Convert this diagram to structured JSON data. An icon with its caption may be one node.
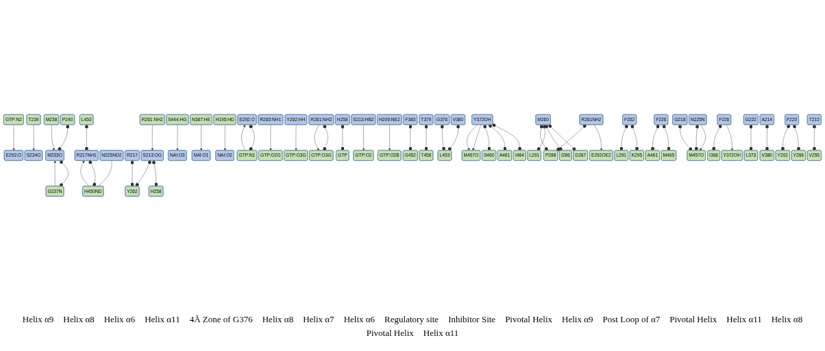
{
  "diagram": {
    "nodes": [
      {
        "text": [
          "E292:O"
        ]
      },
      {
        "text": [
          "E292:O"
        ]
      },
      {
        "text": [
          "R265:NH1"
        ]
      },
      {
        "text": [
          "Y262:HH"
        ]
      },
      {
        "text": [
          "R261:NH2"
        ]
      },
      {
        "text": [
          "H258"
        ]
      },
      {
        "text": [
          "S213:HB2"
        ]
      },
      {
        "text": [
          "H209:NE2"
        ]
      },
      {
        "text": [
          "F383"
        ]
      },
      {
        "text": [
          "V380"
        ]
      },
      {
        "text": [
          "T379"
        ]
      },
      {
        "text": [
          "G376"
        ]
      },
      {
        "text": [
          "Y372OH"
        ]
      },
      {
        "text": [
          "R261NH2"
        ]
      },
      {
        "text": [
          "M260"
        ]
      },
      {
        "text": [
          "F252"
        ]
      },
      {
        "text": [
          "S234O"
        ]
      },
      {
        "text": [
          "M233O"
        ]
      },
      {
        "text": [
          "F226"
        ]
      },
      {
        "text": [
          "N225N"
        ]
      },
      {
        "text": [
          "G218"
        ]
      },
      {
        "text": [
          "R217NH1"
        ]
      },
      {
        "text": [
          "F226"
        ]
      },
      {
        "text": [
          "N225ND2"
        ]
      },
      {
        "text": [
          "G222"
        ]
      },
      {
        "text": [
          "A214"
        ]
      },
      {
        "text": [
          "F220"
        ]
      },
      {
        "text": [
          "T215"
        ]
      },
      {
        "text": [
          "R217"
        ]
      },
      {
        "text": [
          "S213:OG"
        ]
      },
      {
        "text": [
          "NAI:O3"
        ]
      },
      {
        "text": [
          "NAI:O1"
        ]
      },
      {
        "text": [
          "NAI:O2"
        ]
      },
      {
        "text": [
          "GTP:N2"
        ]
      },
      {
        "text": [
          "GTP:N1"
        ]
      },
      {
        "text": [
          "GTP:O2G"
        ]
      },
      {
        "text": [
          "GTP:O3G"
        ]
      },
      {
        "text": [
          "GTP:O3G"
        ]
      },
      {
        "text": [
          "GTP"
        ]
      },
      {
        "text": [
          "GTP:O2"
        ]
      },
      {
        "text": [
          "GTP:O2B"
        ]
      },
      {
        "text": [
          "G452"
        ]
      },
      {
        "text": [
          "T456"
        ]
      },
      {
        "text": [
          "L453"
        ]
      },
      {
        "text": [
          "I464"
        ]
      },
      {
        "text": [
          "A461"
        ]
      },
      {
        "text": [
          "S460"
        ]
      },
      {
        "text": [
          "M457O"
        ]
      },
      {
        "text": [
          "E292OE2"
        ]
      },
      {
        "text": [
          "D287"
        ]
      },
      {
        "text": [
          "I286"
        ]
      },
      {
        "text": [
          "L291"
        ]
      },
      {
        "text": [
          "P288"
        ]
      },
      {
        "text": [
          "K295"
        ]
      },
      {
        "text": [
          "L291"
        ]
      },
      {
        "text": [
          "P240"
        ]
      },
      {
        "text": [
          "T239"
        ]
      },
      {
        "text": [
          "M238"
        ]
      },
      {
        "text": [
          "G237N"
        ]
      },
      {
        "text": [
          "M465"
        ]
      },
      {
        "text": [
          "A461"
        ]
      },
      {
        "text": [
          "M457O"
        ]
      },
      {
        "text": [
          "L453"
        ]
      },
      {
        "text": [
          "H450ND"
        ]
      },
      {
        "text": [
          "Y372OH"
        ]
      },
      {
        "text": [
          "I368"
        ]
      },
      {
        "text": [
          "L373"
        ]
      },
      {
        "text": [
          "V380"
        ]
      },
      {
        "text": [
          "Y266"
        ]
      },
      {
        "text": [
          "Y202"
        ]
      },
      {
        "text": [
          "V255"
        ]
      },
      {
        "text": [
          "H258"
        ]
      },
      {
        "text": [
          "Y262"
        ]
      },
      {
        "text": [
          "R261:NH2"
        ]
      },
      {
        "text": [
          "S444:HG"
        ]
      },
      {
        "text": [
          "N387:HE"
        ]
      },
      {
        "text": [
          "H195:HD"
        ]
      }
    ],
    "edges": [
      {
        "from": 33,
        "to": 0,
        "arrow": "to"
      },
      {
        "from": 1,
        "to": 34,
        "arrow": "other"
      },
      {
        "from": 34,
        "to": 1,
        "arrow": "to"
      },
      {
        "from": 2,
        "to": 35,
        "arrow": "to"
      },
      {
        "from": 3,
        "to": 36,
        "arrow": "to"
      },
      {
        "from": 4,
        "to": 37,
        "arrow": "other"
      },
      {
        "from": 4,
        "to": 37,
        "arrow": "to"
      },
      {
        "from": 5,
        "to": 38,
        "arrow": "other"
      },
      {
        "from": 6,
        "to": 39,
        "arrow": "to"
      },
      {
        "from": 7,
        "to": 40,
        "arrow": "to"
      },
      {
        "from": 8,
        "to": 41,
        "arrow": "other"
      },
      {
        "from": 9,
        "to": 43,
        "arrow": "other"
      },
      {
        "from": 10,
        "to": 42,
        "arrow": "other"
      },
      {
        "from": 11,
        "to": 43,
        "arrow": "other"
      },
      {
        "from": 12,
        "to": 44,
        "arrow": "other"
      },
      {
        "from": 12,
        "to": 45,
        "arrow": "other"
      },
      {
        "from": 12,
        "to": 46,
        "arrow": "other"
      },
      {
        "from": 12,
        "to": 47,
        "arrow": "to"
      },
      {
        "from": 12,
        "to": 47,
        "arrow": "to"
      },
      {
        "from": 13,
        "to": 48,
        "arrow": "to"
      },
      {
        "from": 13,
        "to": 52,
        "arrow": "other"
      },
      {
        "from": 14,
        "to": 49,
        "arrow": "other"
      },
      {
        "from": 14,
        "to": 50,
        "arrow": "other"
      },
      {
        "from": 14,
        "to": 51,
        "arrow": "other"
      },
      {
        "from": 14,
        "to": 52,
        "arrow": "other"
      },
      {
        "from": 15,
        "to": 53,
        "arrow": "other"
      },
      {
        "from": 15,
        "to": 54,
        "arrow": "other"
      },
      {
        "from": 55,
        "to": 17,
        "arrow": "other"
      },
      {
        "from": 56,
        "to": 16,
        "arrow": "to"
      },
      {
        "from": 57,
        "to": 17,
        "arrow": "to"
      },
      {
        "from": 58,
        "to": 17,
        "arrow": "to"
      },
      {
        "from": 17,
        "to": 58,
        "arrow": "other"
      },
      {
        "from": 18,
        "to": 59,
        "arrow": "other"
      },
      {
        "from": 18,
        "to": 60,
        "arrow": "other"
      },
      {
        "from": 19,
        "to": 61,
        "arrow": "to"
      },
      {
        "from": 19,
        "to": 61,
        "arrow": "other"
      },
      {
        "from": 20,
        "to": 61,
        "arrow": "other"
      },
      {
        "from": 62,
        "to": 21,
        "arrow": "other"
      },
      {
        "from": 21,
        "to": 63,
        "arrow": "other"
      },
      {
        "from": 63,
        "to": 21,
        "arrow": "to"
      },
      {
        "from": 22,
        "to": 64,
        "arrow": "to"
      },
      {
        "from": 22,
        "to": 65,
        "arrow": "other"
      },
      {
        "from": 23,
        "to": 63,
        "arrow": "none"
      },
      {
        "from": 24,
        "to": 66,
        "arrow": "other"
      },
      {
        "from": 25,
        "to": 67,
        "arrow": "other"
      },
      {
        "from": 26,
        "to": 68,
        "arrow": "other"
      },
      {
        "from": 26,
        "to": 69,
        "arrow": "other"
      },
      {
        "from": 27,
        "to": 70,
        "arrow": "other"
      },
      {
        "from": 28,
        "to": 72,
        "arrow": "other"
      },
      {
        "from": 29,
        "to": 71,
        "arrow": "other"
      },
      {
        "from": 29,
        "to": 72,
        "arrow": "other"
      },
      {
        "from": 73,
        "to": 29,
        "arrow": "to"
      },
      {
        "from": 74,
        "to": 30,
        "arrow": "to"
      },
      {
        "from": 75,
        "to": 31,
        "arrow": "to"
      },
      {
        "from": 76,
        "to": 32,
        "arrow": "to"
      }
    ],
    "labels": [
      "Helix α9",
      "Helix α8",
      "Helix α6",
      "Helix α11",
      "4Å Zone of G376",
      "Helix α8",
      "Helix α7",
      "Helix α6",
      "Regulatory site",
      "Inhibitor Site",
      "Pivotal Helix",
      "Helix α9",
      "Post Loop of α7",
      "Pivotal Helix",
      "Helix α11",
      "Helix α8",
      "Pivotal Helix",
      "Helix α11"
    ]
  }
}
